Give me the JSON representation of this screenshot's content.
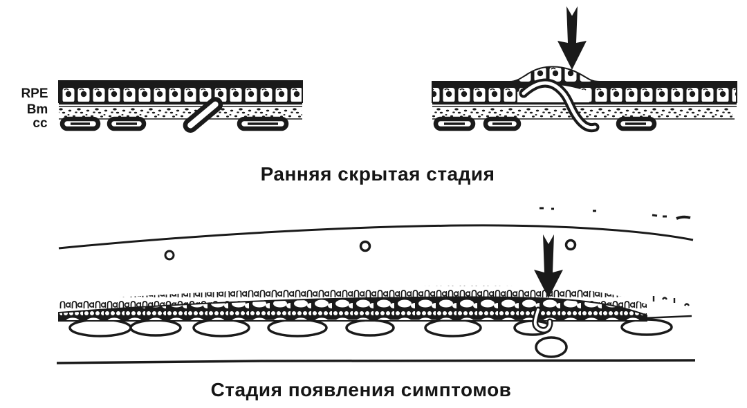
{
  "colors": {
    "background": "#ffffff",
    "ink": "#1a1a1a"
  },
  "early_stage_panel": {
    "caption": "Ранняя скрытая стадия",
    "layer_labels": {
      "rpe": "RPE",
      "bm": "Bm",
      "cc": "cc"
    }
  },
  "symptom_stage_panel": {
    "caption": "Стадия появления симптомов"
  }
}
